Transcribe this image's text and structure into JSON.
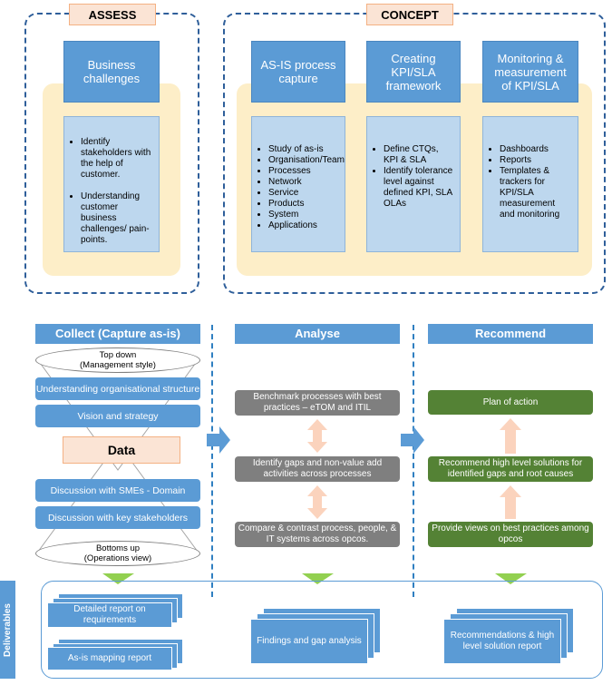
{
  "assess": {
    "tag": "ASSESS",
    "head": "Business challenges",
    "bullets": [
      "Identify stakeholders with the help of customer.",
      "Understanding customer business challenges/ pain-points."
    ]
  },
  "concept": {
    "tag": "CONCEPT",
    "columns": [
      {
        "head": "AS-IS process capture",
        "bullets": [
          "Study of as-is",
          "Organisation/Team",
          "Processes",
          "Network",
          "Service",
          "Products",
          "System",
          "Applications"
        ]
      },
      {
        "head": "Creating KPI/SLA framework",
        "bullets": [
          "Define CTQs, KPI & SLA",
          "Identify tolerance level against defined KPI, SLA OLAs"
        ]
      },
      {
        "head": "Monitoring & measurement of KPI/SLA",
        "bullets": [
          "Dashboards",
          "Reports",
          "Templates & trackers for KPI/SLA measurement and monitoring"
        ]
      }
    ]
  },
  "collect": {
    "head": "Collect (Capture as-is)",
    "top_ellipse_1": "Top down",
    "top_ellipse_2": "(Management style)",
    "items_top": [
      "Understanding organisational structure",
      "Vision and strategy"
    ],
    "data": "Data",
    "items_bottom": [
      "Discussion with SMEs - Domain",
      "Discussion with key stakeholders"
    ],
    "bottom_ellipse_1": "Bottoms up",
    "bottom_ellipse_2": "(Operations view)"
  },
  "analyse": {
    "head": "Analyse",
    "items": [
      "Benchmark processes with best practices – eTOM and ITIL",
      "Identify gaps and non-value add activities across processes",
      "Compare & contrast process, people, & IT systems across opcos."
    ]
  },
  "recommend": {
    "head": "Recommend",
    "items": [
      "Plan of action",
      "Recommend high level solutions for identified gaps and root causes",
      "Provide views on best practices among opcos"
    ]
  },
  "deliverables": {
    "label": "Deliverables",
    "docs": [
      "Detailed report on requirements",
      "As-is mapping report",
      "Findings and gap analysis",
      "Recommendations & high level solution report"
    ]
  },
  "colors": {
    "blue": "#5b9bd5",
    "light_blue": "#bdd7ee",
    "cream": "#fdeec8",
    "peach": "#fbe4d5",
    "grey": "#7f7f7f",
    "green": "#548235",
    "dash": "#2f5f9a"
  }
}
